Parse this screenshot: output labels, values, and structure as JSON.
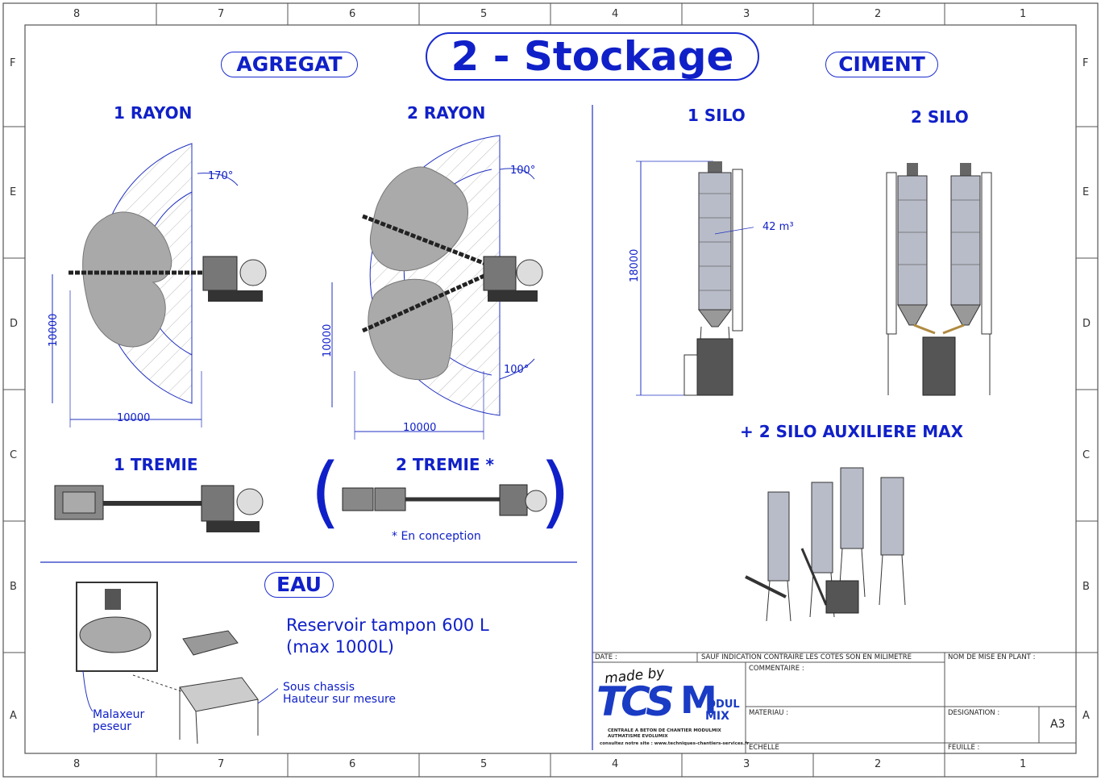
{
  "page": {
    "title": "2 - Stockage",
    "sections": {
      "agregat": "AGREGAT",
      "ciment": "CIMENT",
      "eau": "EAU"
    }
  },
  "agregat": {
    "rayon1": {
      "label": "1 RAYON",
      "angle": "170°",
      "dim_h": "10000",
      "dim_v": "10000"
    },
    "rayon2": {
      "label": "2 RAYON",
      "angle_top": "100°",
      "angle_bottom": "100°",
      "dim_h": "10000",
      "dim_v": "10000"
    },
    "tremie1": {
      "label": "1 TREMIE"
    },
    "tremie2": {
      "label": "2 TREMIE *",
      "note": "* En conception"
    }
  },
  "ciment": {
    "silo1": {
      "label": "1 SILO",
      "volume": "42 m³",
      "height": "18000"
    },
    "silo2": {
      "label": "2 SILO"
    },
    "aux": {
      "label": "+ 2 SILO AUXILIERE MAX"
    }
  },
  "eau": {
    "reservoir_line1": "Reservoir tampon 600 L",
    "reservoir_line2": "(max 1000L)",
    "chassis_line1": "Sous chassis",
    "chassis_line2": "Hauteur sur mesure",
    "malaxeur_line1": "Malaxeur",
    "malaxeur_line2": "peseur"
  },
  "border": {
    "columns": [
      "8",
      "7",
      "6",
      "5",
      "4",
      "3",
      "2",
      "1"
    ],
    "rows": [
      "F",
      "E",
      "D",
      "C",
      "B",
      "A"
    ]
  },
  "title_block": {
    "date": "DATE :",
    "sauf": "SAUF INDICATION CONTRAIRE LES COTES SON EN MILIMETRE",
    "nom": "NOM DE MISE EN PLANT :",
    "commentaire": "COMMENTAIRE :",
    "materiau": "MATERIAU :",
    "designation": "DESIGNATION :",
    "format": "A3",
    "echelle": "ECHELLE",
    "feuille": "FEUILLE :",
    "made_by": "made by",
    "tcs": "TCS",
    "modul": "ODUL",
    "mix": "MIX",
    "m_letter": "M",
    "company_line1": "CENTRALE A BETON DE CHANTIER MODULMIX",
    "company_line2": "AUTMATISME EVOLUMIX",
    "company_line3": "consultez notre site : www.techniques-chantiers-services.fr"
  },
  "colors": {
    "accent": "#1020c8",
    "line": "#2030c0",
    "frame": "#555555"
  }
}
